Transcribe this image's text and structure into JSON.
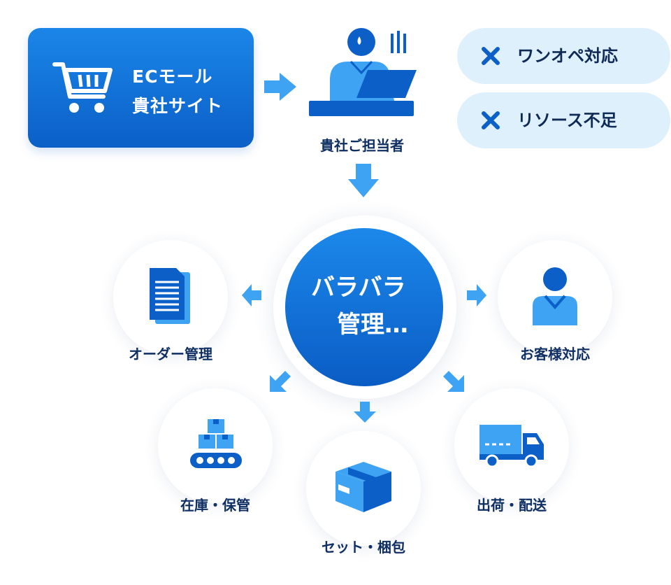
{
  "ec_box": {
    "line1": "ECモール",
    "line2": "貴社サイト"
  },
  "staff": {
    "label": "貴社ご担当者"
  },
  "problems": [
    {
      "label": "ワンオペ対応"
    },
    {
      "label": "リソース不足"
    }
  ],
  "center": {
    "line1": "バラバラ",
    "line2": "管理…"
  },
  "tasks": {
    "order": "オーダー管理",
    "customer": "お客様対応",
    "inventory": "在庫・保管",
    "packing": "セット・梱包",
    "shipping": "出荷・配送"
  },
  "colors": {
    "primary": "#0b5fc7",
    "accent": "#1b86e8",
    "light_blue": "#3ea3f2",
    "pill_bg": "#dff0fd",
    "text_dark": "#0f2f63"
  }
}
